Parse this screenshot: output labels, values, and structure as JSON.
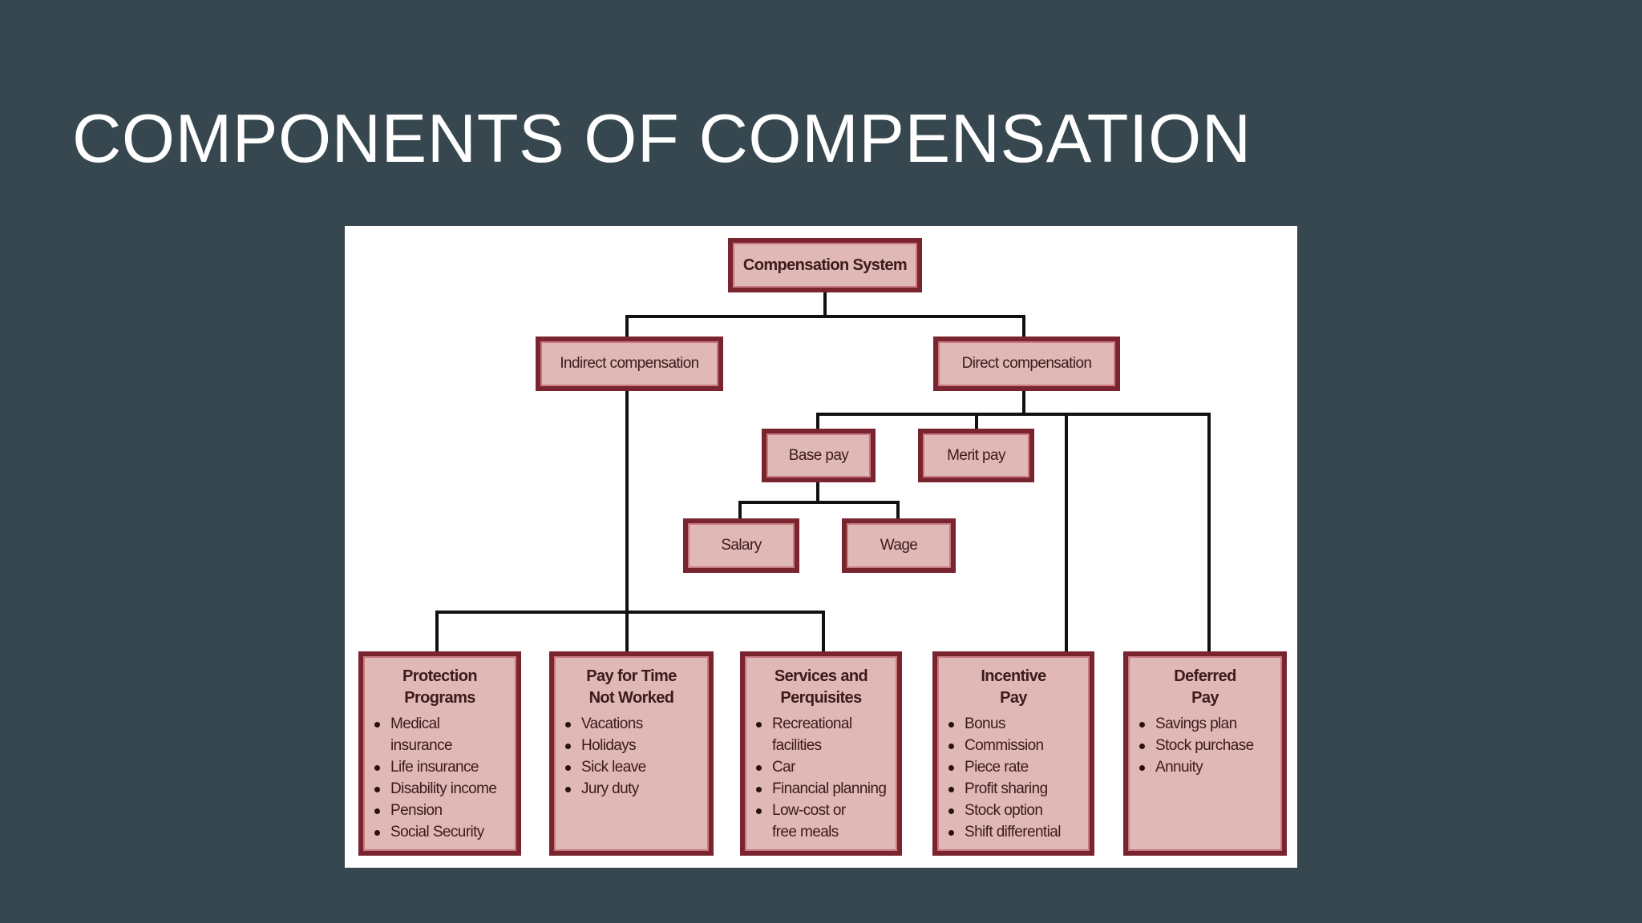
{
  "slide": {
    "title": "COMPONENTS OF COMPENSATION",
    "background_color": "#37474f",
    "title_color": "#ffffff"
  },
  "diagram": {
    "colors": {
      "box_fill": "#e0b8b5",
      "box_border": "#7a2430",
      "connector": "#111111",
      "panel": "#ffffff"
    },
    "root": {
      "label": "Compensation System"
    },
    "indirect": {
      "label": "Indirect compensation"
    },
    "direct": {
      "label": "Direct compensation"
    },
    "base_pay": {
      "label": "Base pay"
    },
    "merit_pay": {
      "label": "Merit pay"
    },
    "salary": {
      "label": "Salary"
    },
    "wage": {
      "label": "Wage"
    },
    "categories": [
      {
        "heading_line1": "Protection",
        "heading_line2": "Programs",
        "items": [
          "Medical insurance",
          "Life insurance",
          "Disability income",
          "Pension",
          "Social Security"
        ]
      },
      {
        "heading_line1": "Pay for Time",
        "heading_line2": "Not Worked",
        "items": [
          "Vacations",
          "Holidays",
          "Sick leave",
          "Jury duty"
        ]
      },
      {
        "heading_line1": "Services and",
        "heading_line2": "Perquisites",
        "items": [
          "Recreational facilities",
          "Car",
          "Financial planning",
          "Low-cost or free meals"
        ]
      },
      {
        "heading_line1": "Incentive",
        "heading_line2": "Pay",
        "items": [
          "Bonus",
          "Commission",
          "Piece rate",
          "Profit sharing",
          "Stock option",
          "Shift differential"
        ]
      },
      {
        "heading_line1": "Deferred",
        "heading_line2": "Pay",
        "items": [
          "Savings plan",
          "Stock purchase",
          "Annuity"
        ]
      }
    ],
    "wrapped_items": {
      "medical_line1": "Medical",
      "medical_line2": "insurance",
      "recreational_line1": "Recreational",
      "recreational_line2": "facilities",
      "meals_line1": "Low-cost or",
      "meals_line2": "free meals"
    }
  }
}
